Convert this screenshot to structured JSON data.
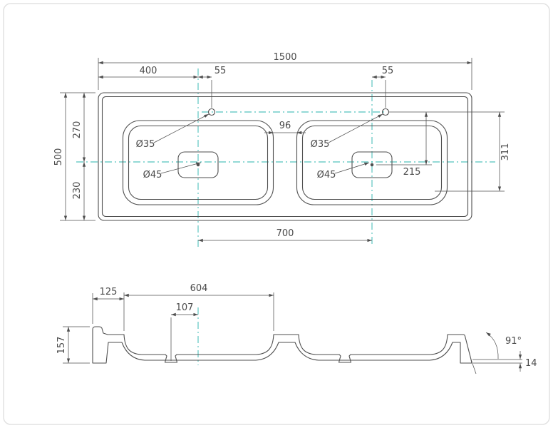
{
  "colors": {
    "line": "#4f4f4f",
    "centerline": "#27b3ac",
    "text": "#4a4a4a",
    "frame": "#e2e2e2",
    "background": "#ffffff"
  },
  "top_view": {
    "dims": {
      "overall_width": "1500",
      "left_to_bowl_center": "400",
      "faucet_offset_left": "55",
      "faucet_offset_right": "55",
      "gap_between_bowls": "96",
      "back_to_centerline": "270",
      "centerline_to_front": "230",
      "overall_depth": "500",
      "faucet_hole_left": "Ø35",
      "faucet_hole_right": "Ø35",
      "drain_left": "Ø45",
      "drain_right": "Ø45",
      "faucet_to_drain": "215",
      "faucet_to_bowl_edge": "311",
      "bowl_centers": "700"
    }
  },
  "section_view": {
    "dims": {
      "edge_to_bowl": "125",
      "bowl_width": "604",
      "drain_to_center": "107",
      "overall_height": "157",
      "edge_angle": "91°",
      "panel_thickness": "14"
    }
  }
}
